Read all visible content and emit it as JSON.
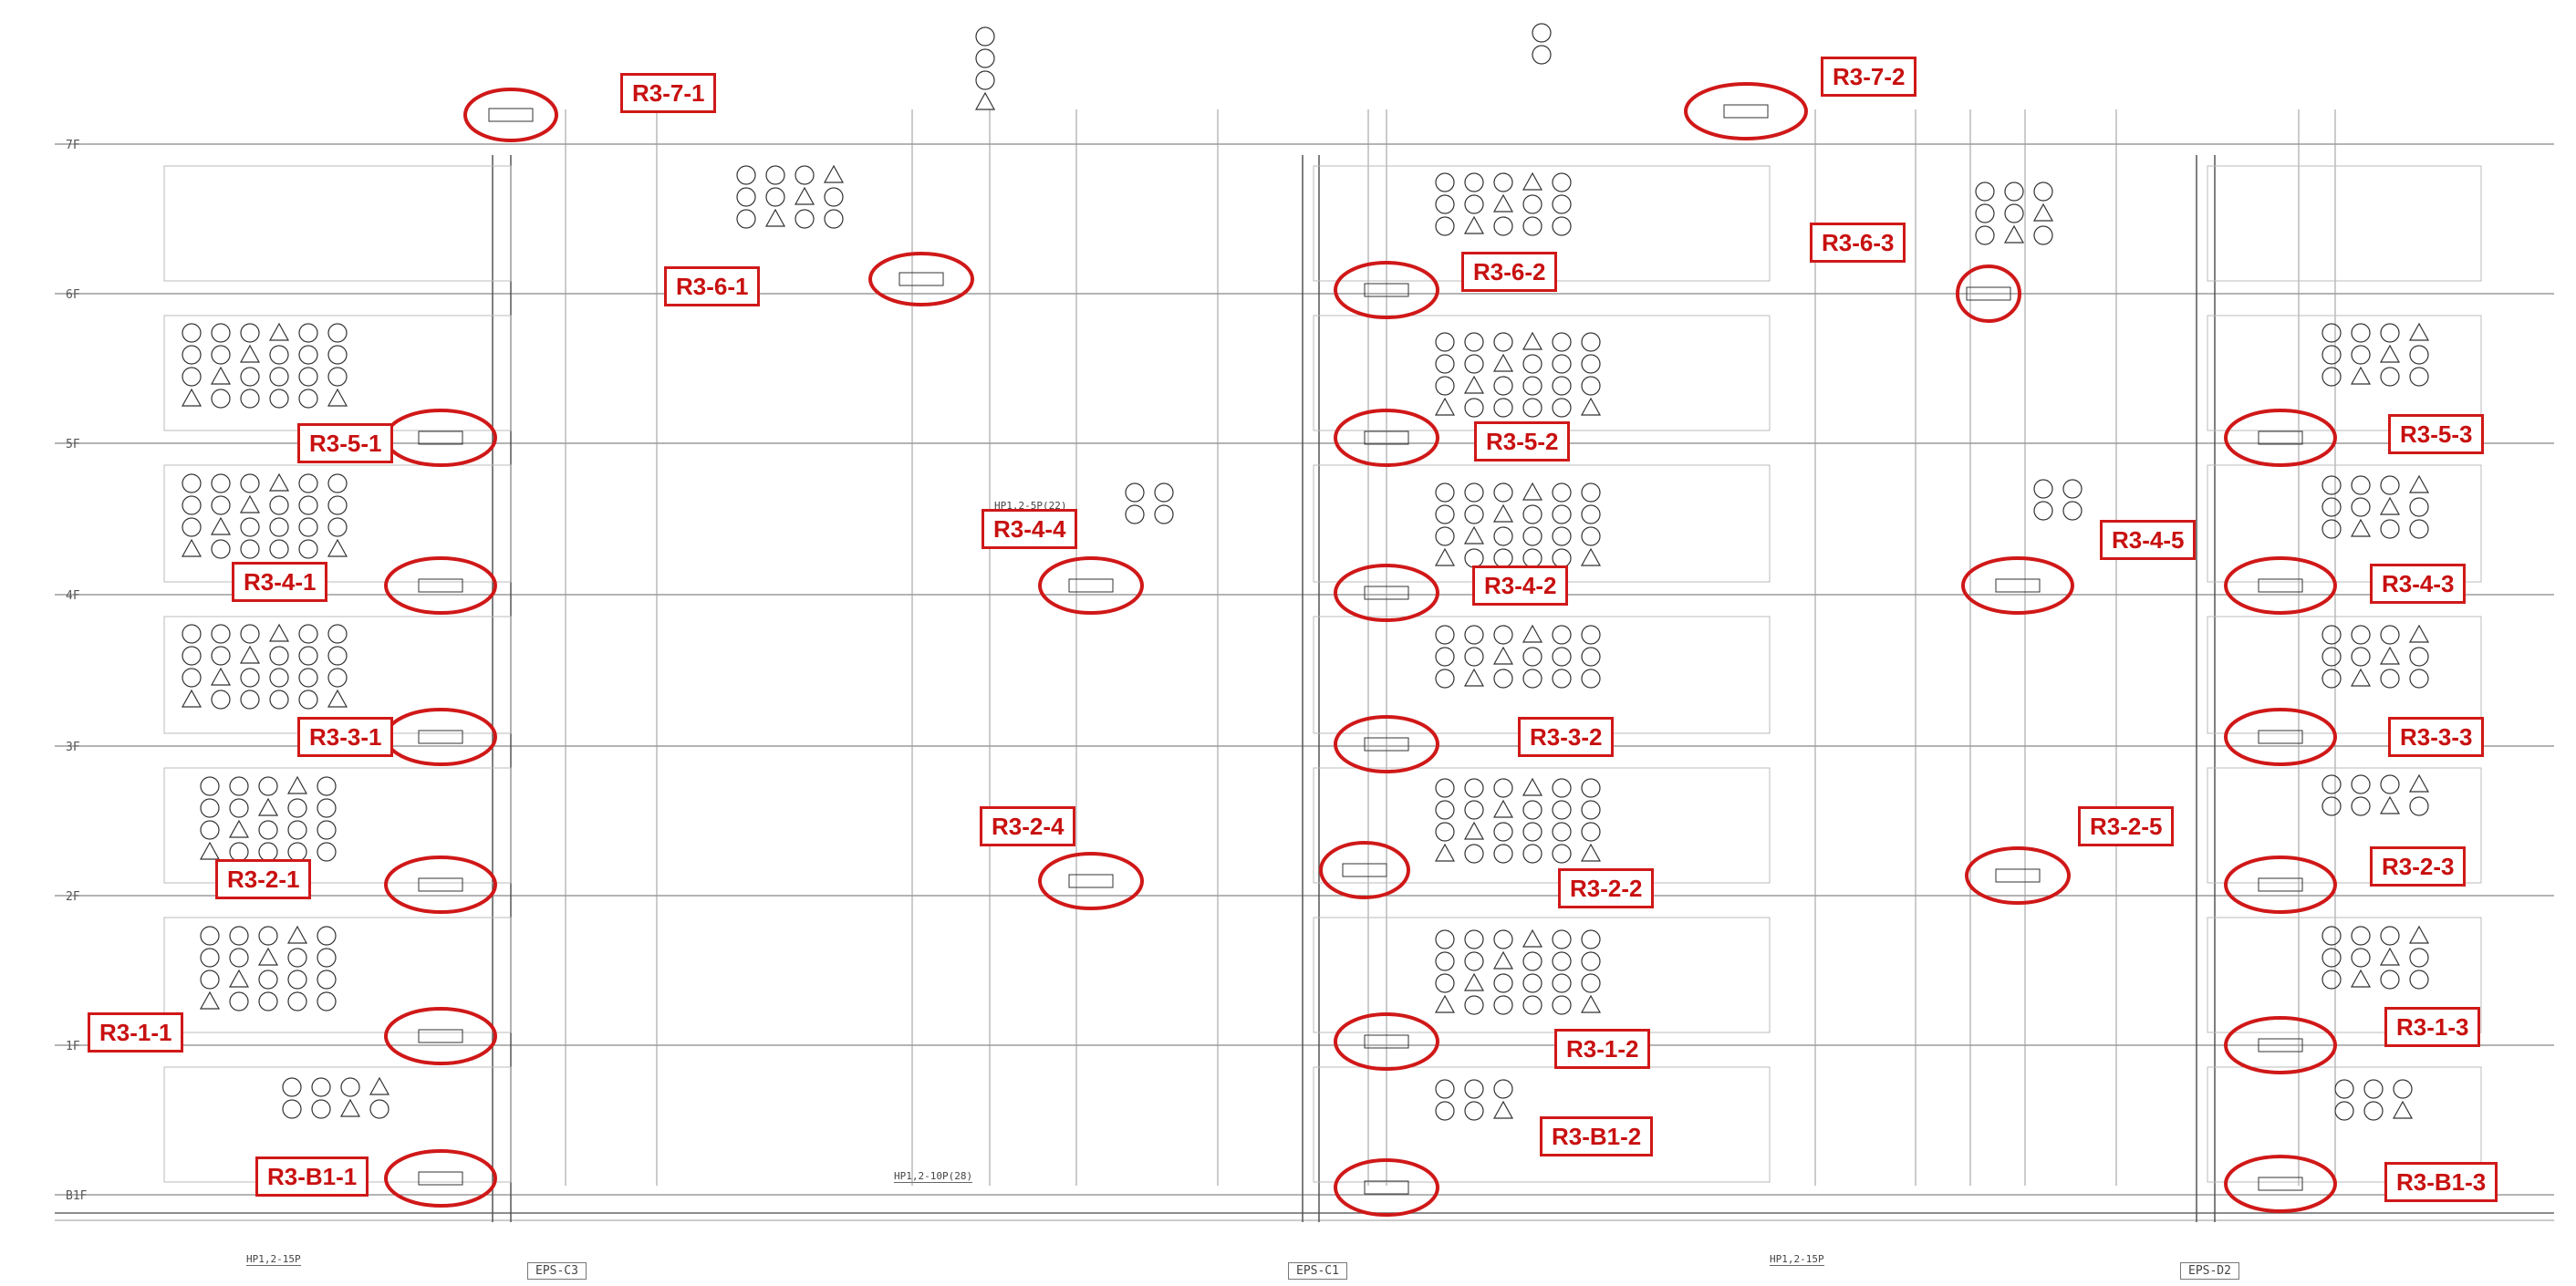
{
  "floors": [
    {
      "label": "7F"
    },
    {
      "label": "6F"
    },
    {
      "label": "5F"
    },
    {
      "label": "4F"
    },
    {
      "label": "3F"
    },
    {
      "label": "2F"
    },
    {
      "label": "1F"
    },
    {
      "label": "B1F"
    }
  ],
  "eps": [
    {
      "label": "EPS-C3"
    },
    {
      "label": "EPS-C1"
    },
    {
      "label": "EPS-D2"
    }
  ],
  "callouts": [
    {
      "text": "R3-7-1"
    },
    {
      "text": "R3-7-2"
    },
    {
      "text": "R3-6-1"
    },
    {
      "text": "R3-6-2"
    },
    {
      "text": "R3-6-3"
    },
    {
      "text": "R3-5-1"
    },
    {
      "text": "R3-5-2"
    },
    {
      "text": "R3-5-3"
    },
    {
      "text": "R3-4-4"
    },
    {
      "text": "R3-4-1"
    },
    {
      "text": "R3-4-2"
    },
    {
      "text": "R3-4-5"
    },
    {
      "text": "R3-4-3"
    },
    {
      "text": "R3-3-1"
    },
    {
      "text": "R3-3-2"
    },
    {
      "text": "R3-3-3"
    },
    {
      "text": "R3-2-4"
    },
    {
      "text": "R3-2-5"
    },
    {
      "text": "R3-2-1"
    },
    {
      "text": "R3-2-3"
    },
    {
      "text": "R3-2-2"
    },
    {
      "text": "R3-1-1"
    },
    {
      "text": "R3-1-3"
    },
    {
      "text": "R3-1-2"
    },
    {
      "text": "R3-B1-2"
    },
    {
      "text": "R3-B1-1"
    },
    {
      "text": "R3-B1-3"
    }
  ],
  "cables": [
    {
      "text": "HP1,2-15P"
    },
    {
      "text": "HP1,2-5P(22)"
    },
    {
      "text": "HP1,2-10P(28)"
    },
    {
      "text": "HP1,2-15P"
    }
  ],
  "colors": {
    "accent": "#d01818",
    "line": "#555555"
  }
}
